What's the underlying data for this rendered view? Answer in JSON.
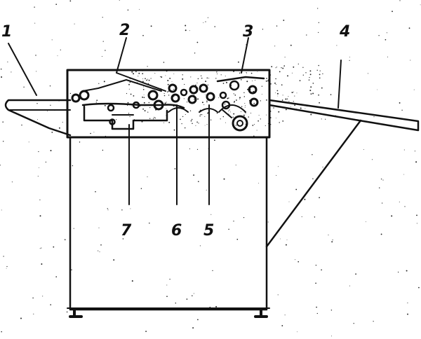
{
  "labels": [
    {
      "id": "1",
      "text": "1"
    },
    {
      "id": "2",
      "text": "2"
    },
    {
      "id": "3",
      "text": "3"
    },
    {
      "id": "4",
      "text": "4"
    },
    {
      "id": "5",
      "text": "5"
    },
    {
      "id": "6",
      "text": "6"
    },
    {
      "id": "7",
      "text": "7"
    }
  ],
  "colors": {
    "ink": "#111111",
    "paper": "#ffffff"
  }
}
